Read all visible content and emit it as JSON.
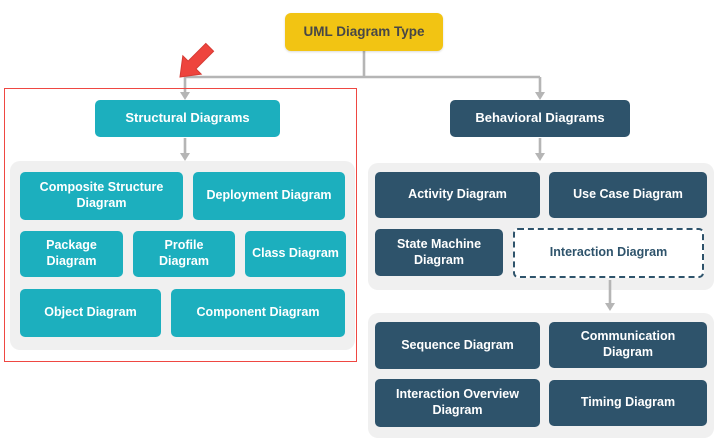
{
  "title": "UML Diagram Type hierarchy",
  "root": {
    "label": "UML Diagram Type"
  },
  "structural": {
    "header": "Structural Diagrams",
    "items": [
      "Composite Structure Diagram",
      "Deployment Diagram",
      "Package Diagram",
      "Profile Diagram",
      "Class Diagram",
      "Object Diagram",
      "Component Diagram"
    ]
  },
  "behavioral": {
    "header": "Behavioral Diagrams",
    "items": [
      "Activity Diagram",
      "Use Case Diagram",
      "State Machine Diagram",
      "Interaction Diagram"
    ],
    "interaction_children": [
      "Sequence Diagram",
      "Communication Diagram",
      "Interaction Overview Diagram",
      "Timing Diagram"
    ]
  },
  "annotations": {
    "highlight_arrow_icon": "red-arrow-cursor",
    "highlighted_section": "Structural Diagrams"
  },
  "colors": {
    "root_fill": "#F2C413",
    "root_text": "#474747",
    "structural_fill": "#1CAFBE",
    "behavioral_fill": "#2E536B",
    "panel_fill": "#F0F0F0",
    "connector": "#B5B5B5",
    "highlight_red": "#EF4742",
    "node_text": "#FFFFFF"
  }
}
